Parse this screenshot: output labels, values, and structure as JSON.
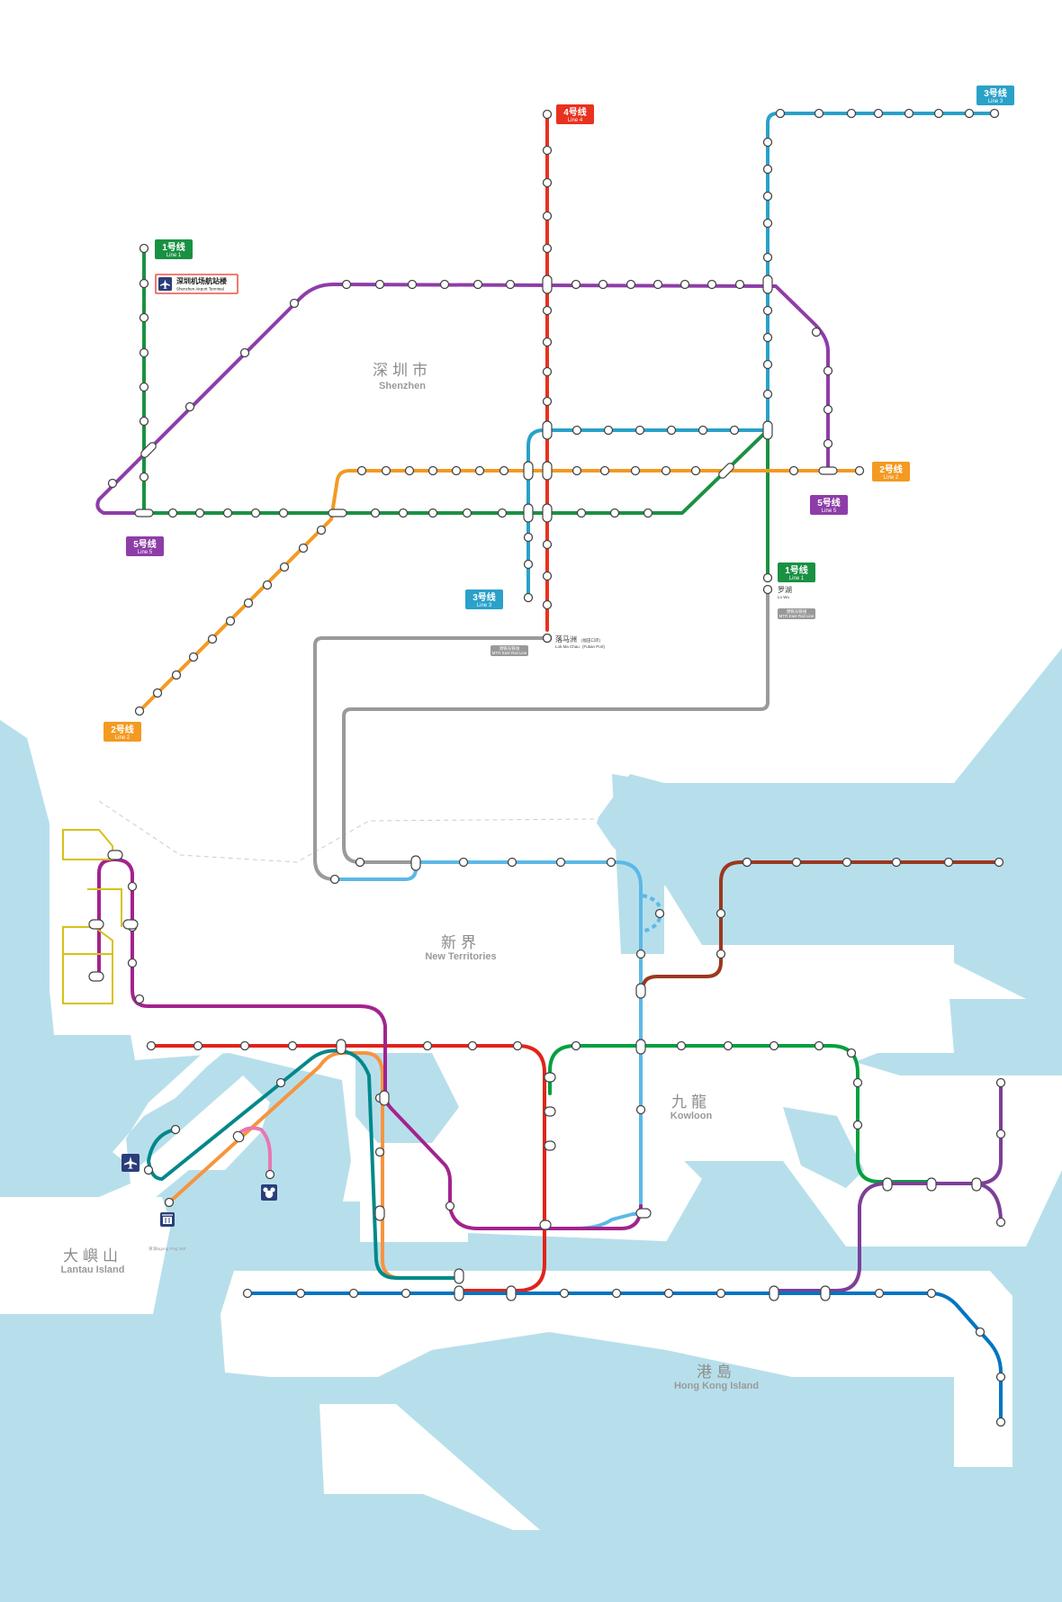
{
  "regions": {
    "shenzhen": {
      "cn": "深圳市",
      "en": "Shenzhen"
    },
    "new_territories": {
      "cn": "新界",
      "en": "New Territories"
    },
    "kowloon": {
      "cn": "九龍",
      "en": "Kowloon"
    },
    "lantau": {
      "cn": "大嶼山",
      "en": "Lantau Island"
    },
    "hong_kong_island": {
      "cn": "港島",
      "en": "Hong Kong Island"
    }
  },
  "line_labels": {
    "sz_line1_top": {
      "cn": "1号线",
      "en": "Line 1"
    },
    "sz_line1_bottom": {
      "cn": "1号线",
      "en": "Line 1"
    },
    "sz_line2_right": {
      "cn": "2号线",
      "en": "Line 2"
    },
    "sz_line2_bottom": {
      "cn": "2号线",
      "en": "Line 2"
    },
    "sz_line3_top": {
      "cn": "3号线",
      "en": "Line 3"
    },
    "sz_line3_bottom": {
      "cn": "3号线",
      "en": "Line 3"
    },
    "sz_line4_top": {
      "cn": "4号线",
      "en": "Line 4"
    },
    "sz_line5_left": {
      "cn": "5号线",
      "en": "Line 5"
    },
    "sz_line5_right": {
      "cn": "5号线",
      "en": "Line 5"
    }
  },
  "airport_terminal": {
    "cn": "深圳机场航站楼",
    "en": "Shenzhen Airport Terminal"
  },
  "stations": {
    "lo_wu": {
      "cn": "罗湖",
      "en": "Lo Wu"
    },
    "lok_ma_chau": {
      "cn": "落马洲",
      "cn_note": "(福田口岸)",
      "en": "Lok Ma Chau",
      "en_note": "(Futian Port)"
    }
  },
  "east_rail_tags": {
    "lo_wu_tag": {
      "cn": "港铁东铁线",
      "en": "MTR East Rail Line"
    },
    "lok_ma_chau_tag": {
      "cn": "港铁东铁线",
      "en": "MTR East Rail Line"
    }
  },
  "ferry_label": {
    "cn": "東涌",
    "en": "Ngong Ping 360"
  },
  "colors": {
    "water": "#b7dfeb",
    "land": "#ffffff",
    "sz_line1": "#1a9142",
    "sz_line2": "#f39a21",
    "sz_line3": "#2aa1c9",
    "sz_line4": "#e8321e",
    "sz_line5": "#8e3da8",
    "mtr_east_rail": "#5cb8e6",
    "mtr_tsuen_wan": "#e2231a",
    "mtr_kwun_tong": "#00a040",
    "mtr_island": "#0075c2",
    "mtr_tseung_kwan_o": "#7d3f98",
    "mtr_tung_chung": "#f7943e",
    "mtr_airport_express": "#00888a",
    "mtr_west_rail": "#a3238e",
    "mtr_ma_on_shan": "#9a3820",
    "mtr_disneyland": "#e877b2",
    "light_rail": "#d7c216",
    "grey_connector": "#9a9a9a"
  },
  "icons": [
    "airport-icon",
    "disney-icon",
    "cable-car-icon"
  ]
}
